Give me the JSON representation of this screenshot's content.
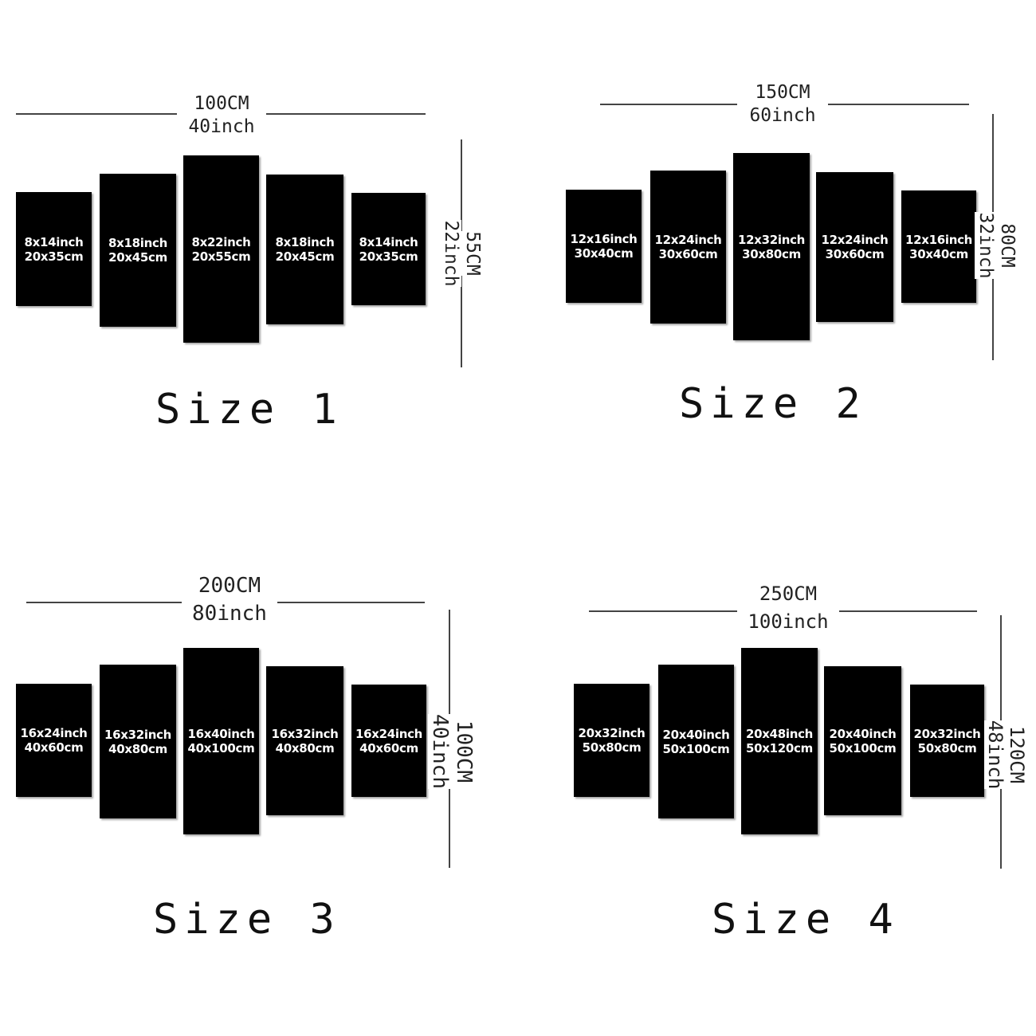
{
  "sizes": [
    {
      "title": "Size 1",
      "width_cm": "100CM",
      "width_inch": "40inch",
      "height_cm": "55CM",
      "height_inch": "22inch",
      "panels": [
        {
          "inch": "8x14inch",
          "cm": "20x35cm"
        },
        {
          "inch": "8x18inch",
          "cm": "20x45cm"
        },
        {
          "inch": "8x22inch",
          "cm": "20x55cm"
        },
        {
          "inch": "8x18inch",
          "cm": "20x45cm"
        },
        {
          "inch": "8x14inch",
          "cm": "20x35cm"
        }
      ]
    },
    {
      "title": "Size 2",
      "width_cm": "150CM",
      "width_inch": "60inch",
      "height_cm": "80CM",
      "height_inch": "32inch",
      "panels": [
        {
          "inch": "12x16inch",
          "cm": "30x40cm"
        },
        {
          "inch": "12x24inch",
          "cm": "30x60cm"
        },
        {
          "inch": "12x32inch",
          "cm": "30x80cm"
        },
        {
          "inch": "12x24inch",
          "cm": "30x60cm"
        },
        {
          "inch": "12x16inch",
          "cm": "30x40cm"
        }
      ]
    },
    {
      "title": "Size 3",
      "width_cm": "200CM",
      "width_inch": "80inch",
      "height_cm": "100CM",
      "height_inch": "40inch",
      "panels": [
        {
          "inch": "16x24inch",
          "cm": "40x60cm"
        },
        {
          "inch": "16x32inch",
          "cm": "40x80cm"
        },
        {
          "inch": "16x40inch",
          "cm": "40x100cm"
        },
        {
          "inch": "16x32inch",
          "cm": "40x80cm"
        },
        {
          "inch": "16x24inch",
          "cm": "40x60cm"
        }
      ]
    },
    {
      "title": "Size 4",
      "width_cm": "250CM",
      "width_inch": "100inch",
      "height_cm": "120CM",
      "height_inch": "48inch",
      "panels": [
        {
          "inch": "20x32inch",
          "cm": "50x80cm"
        },
        {
          "inch": "20x40inch",
          "cm": "50x100cm"
        },
        {
          "inch": "20x48inch",
          "cm": "50x120cm"
        },
        {
          "inch": "20x40inch",
          "cm": "50x100cm"
        },
        {
          "inch": "20x32inch",
          "cm": "50x80cm"
        }
      ]
    }
  ]
}
